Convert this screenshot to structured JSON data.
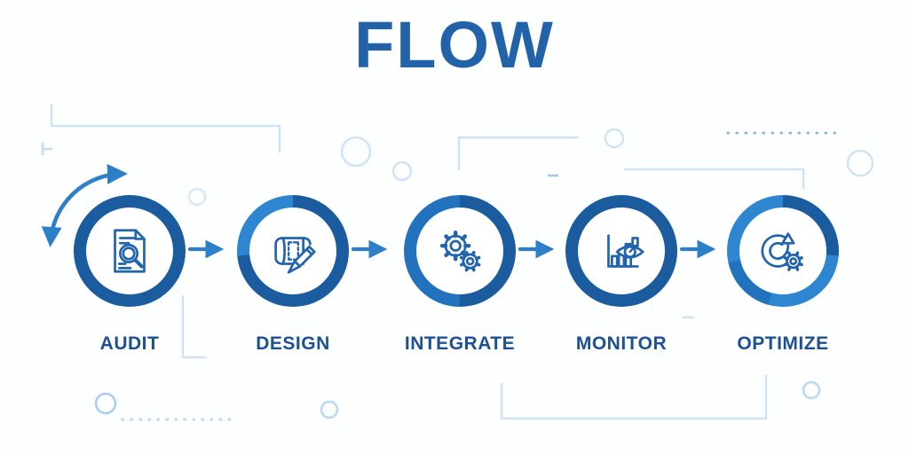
{
  "title": "FLOW",
  "steps": [
    {
      "label": "AUDIT",
      "icon": "audit-document-magnifier-icon"
    },
    {
      "label": "DESIGN",
      "icon": "design-blueprint-pencil-icon"
    },
    {
      "label": "INTEGRATE",
      "icon": "integrate-gears-icon"
    },
    {
      "label": "MONITOR",
      "icon": "monitor-chart-eye-icon"
    },
    {
      "label": "OPTIMIZE",
      "icon": "optimize-arrow-gear-icon"
    }
  ],
  "colors": {
    "title_color": "#2262a9",
    "label_color": "#1d5191",
    "ring_dark": "#1b5c9e",
    "ring_medium": "#2372bd",
    "ring_light": "#2e86d1",
    "icon_stroke": "#2265ad",
    "arrow": "#2e7fca",
    "deco_light": "#cfe3f5",
    "deco_dot_dark": "#85b7e4",
    "deco_dot_light": "#b7d6f1"
  }
}
